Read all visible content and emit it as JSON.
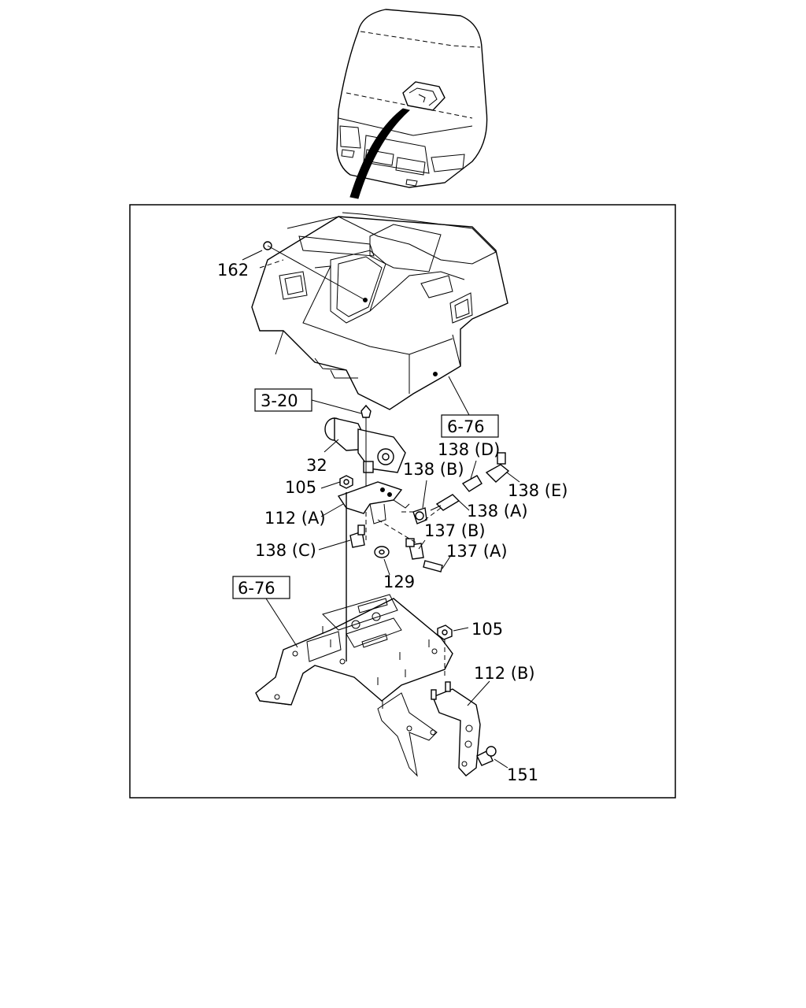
{
  "labels": {
    "l162": "162",
    "l3_20": "3-20",
    "l6_76_top": "6-76",
    "l32": "32",
    "l138D": "138 (D)",
    "l138B": "138 (B)",
    "l138E": "138 (E)",
    "l105a": "105",
    "l112A": "112 (A)",
    "l138A": "138 (A)",
    "l137B": "137 (B)",
    "l138C": "138 (C)",
    "l137A": "137 (A)",
    "l129": "129",
    "l6_76_bot": "6-76",
    "l105b": "105",
    "l112B": "112 (B)",
    "l151": "151"
  }
}
